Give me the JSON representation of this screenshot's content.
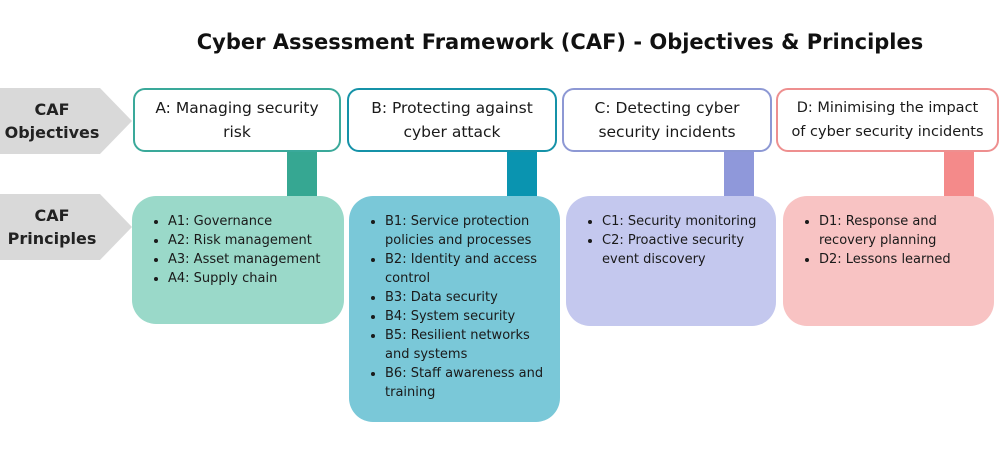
{
  "title": "Cyber Assessment Framework (CAF) - Objectives & Principles",
  "row_labels": {
    "objectives": [
      "CAF",
      "Objectives"
    ],
    "principles": [
      "CAF",
      "Principles"
    ]
  },
  "colors": {
    "row_label_bg": "#d9d9d9",
    "a_border": "#3aa99a",
    "a_arrow": "#36a792",
    "a_box": "#9ad9c9",
    "b_border": "#1592a8",
    "b_arrow": "#0a94b0",
    "b_box": "#7ac8d8",
    "c_border": "#8d98d4",
    "c_arrow": "#8f98da",
    "c_box": "#c4c8ee",
    "d_border": "#ee8f8f",
    "d_arrow": "#f48a8a",
    "d_box": "#f8c3c3"
  },
  "objectives": [
    {
      "title_lines": [
        "A: Managing security",
        "risk"
      ],
      "principles": [
        "A1: Governance",
        "A2: Risk management",
        "A3: Asset management",
        "A4: Supply chain"
      ]
    },
    {
      "title_lines": [
        "B: Protecting against",
        "cyber attack"
      ],
      "principles": [
        "B1: Service protection policies and processes",
        "B2: Identity and access control",
        "B3: Data security",
        "B4: System security",
        "B5: Resilient networks and systems",
        "B6: Staff awareness and training"
      ]
    },
    {
      "title_lines": [
        "C: Detecting cyber",
        "security incidents"
      ],
      "principles": [
        "C1: Security monitoring",
        "C2: Proactive security event discovery"
      ]
    },
    {
      "title_lines": [
        "D: Minimising the impact",
        "of cyber security incidents"
      ],
      "principles": [
        "D1: Response and recovery planning",
        "D2: Lessons learned"
      ]
    }
  ]
}
